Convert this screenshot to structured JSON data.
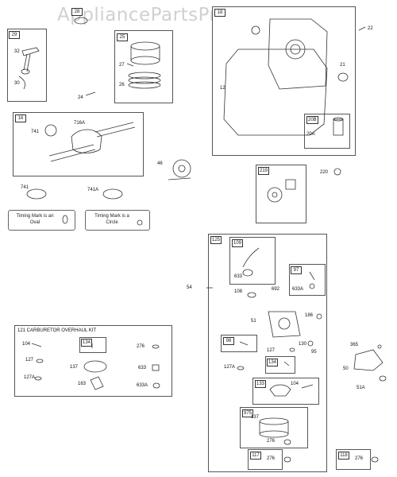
{
  "watermark": "AppliancePartsPros.com",
  "labels": {
    "b28": "28",
    "b29": "29",
    "p32": "32",
    "p30": "30",
    "p24": "24",
    "b25": "25",
    "p27": "27",
    "p26": "26",
    "b18": "18",
    "p22": "22",
    "p21": "21",
    "p12": "12",
    "b20b": "20B",
    "p20a": "20A",
    "b16": "16",
    "p741": "741",
    "p716a": "716A",
    "p46": "46",
    "b219": "219",
    "p220": "220",
    "p741b": "741",
    "p741a": "741A",
    "timing_oval": "Timing Mark is an Oval",
    "timing_circle": "Timing Mark is a Circle",
    "p54": "54",
    "b125": "125",
    "b109": "109",
    "p633": "633",
    "p108": "108",
    "p692": "692",
    "b97": "97",
    "p633a": "633A",
    "p186": "186",
    "p51": "51",
    "p127": "127",
    "p130": "130",
    "p95": "95",
    "b98": "98",
    "b134": "134",
    "p127a": "127A",
    "b133": "133",
    "p104": "104",
    "b975": "975",
    "p137": "137",
    "p276": "276",
    "b117": "117",
    "p276b": "276",
    "b118": "118",
    "p276c": "276",
    "p365": "365",
    "p50": "50",
    "p51a": "51A",
    "kit_title": "121 CARBURETOR OVERHAUL KIT",
    "k104": "104",
    "k134": "134",
    "k276": "276",
    "k127": "127",
    "k137": "137",
    "k633": "633",
    "k127a": "127A",
    "k163": "163",
    "k633a": "633A"
  }
}
